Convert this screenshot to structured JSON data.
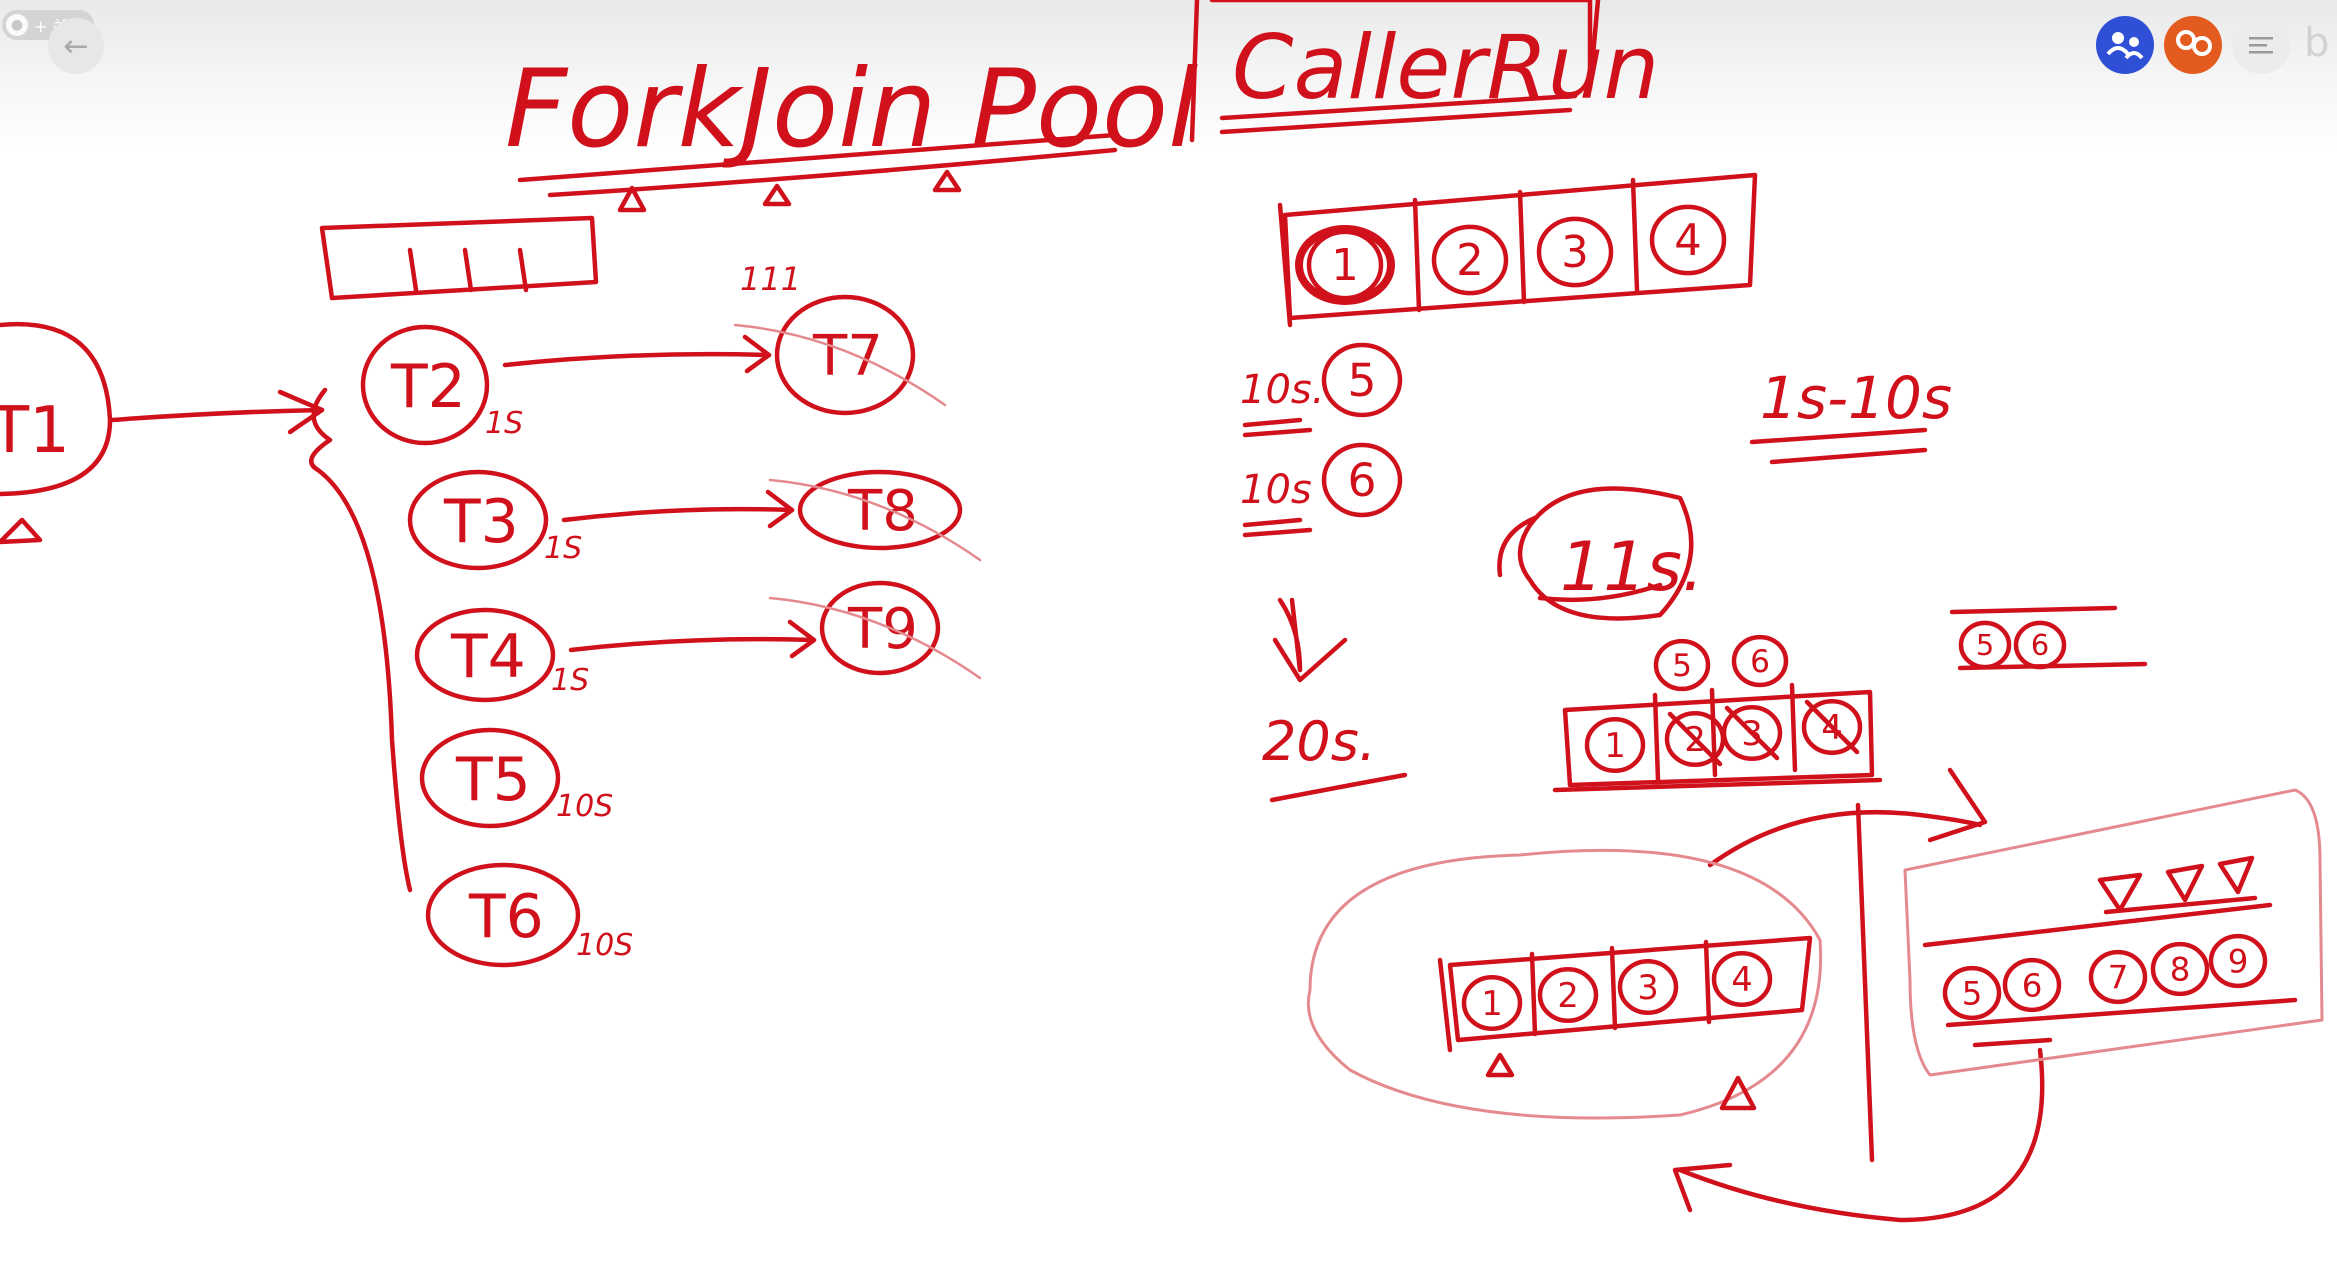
{
  "app": {
    "follow_chip_label": "+ 关注",
    "follow_chip_icon": "person-icon",
    "back_icon": "arrow-left-icon",
    "back_glyph": "←",
    "avatars": [
      {
        "name": "participant-avatar",
        "color": "#2f4fd6",
        "icon": "people-icon"
      },
      {
        "name": "participant-avatar",
        "color": "#e35b1e",
        "icon": "people-icon"
      }
    ],
    "menu_icon": "menu-lines-icon"
  },
  "colors": {
    "ink": "#d0111b",
    "ink_light": "#e48a8f",
    "background": "#ffffff"
  },
  "titles": {
    "left": "ForkJoin Pool",
    "right": "CallerRun"
  },
  "forkjoin": {
    "root_task": "T1",
    "queue_tick_count": 3,
    "tasks": [
      {
        "label": "T2",
        "duration": "1S",
        "child": "T7"
      },
      {
        "label": "T3",
        "duration": "1S",
        "child": "T8"
      },
      {
        "label": "T4",
        "duration": "1S",
        "child": "T9"
      },
      {
        "label": "T5",
        "duration": "10S"
      },
      {
        "label": "T6",
        "duration": "10S"
      }
    ],
    "child_mark": "111"
  },
  "callerrun": {
    "top_queue": [
      "1",
      "2",
      "3",
      "4"
    ],
    "waiting": [
      {
        "time": "10s.",
        "task": "5"
      },
      {
        "time": "10s",
        "task": "6"
      }
    ],
    "total": "20s.",
    "side_note": "1s-10s",
    "result": "11s.",
    "pair_small": [
      "5",
      "6"
    ],
    "pair_right": [
      "5",
      "6"
    ],
    "middle_queue": [
      "1",
      "2",
      "3",
      "4"
    ],
    "bottom_left_queue": [
      "1",
      "2",
      "3",
      "4"
    ],
    "bottom_right_queue": [
      "5",
      "6",
      "7",
      "8",
      "9"
    ]
  }
}
